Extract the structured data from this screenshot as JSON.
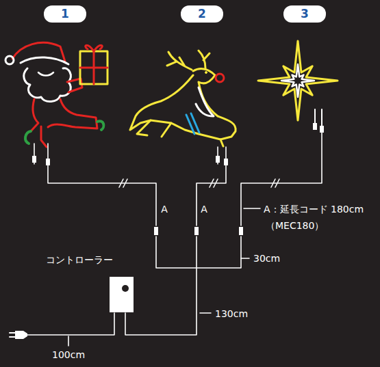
{
  "diagram": {
    "nodes": [
      {
        "text": [
          "1"
        ]
      },
      {
        "text": [
          "2"
        ]
      },
      {
        "text": [
          "3"
        ]
      }
    ],
    "labels": [
      "A",
      "A",
      "A：延長コード 180cm",
      "（MEC180）",
      "30cm",
      "コントローラー",
      "130cm",
      "100cm"
    ]
  }
}
